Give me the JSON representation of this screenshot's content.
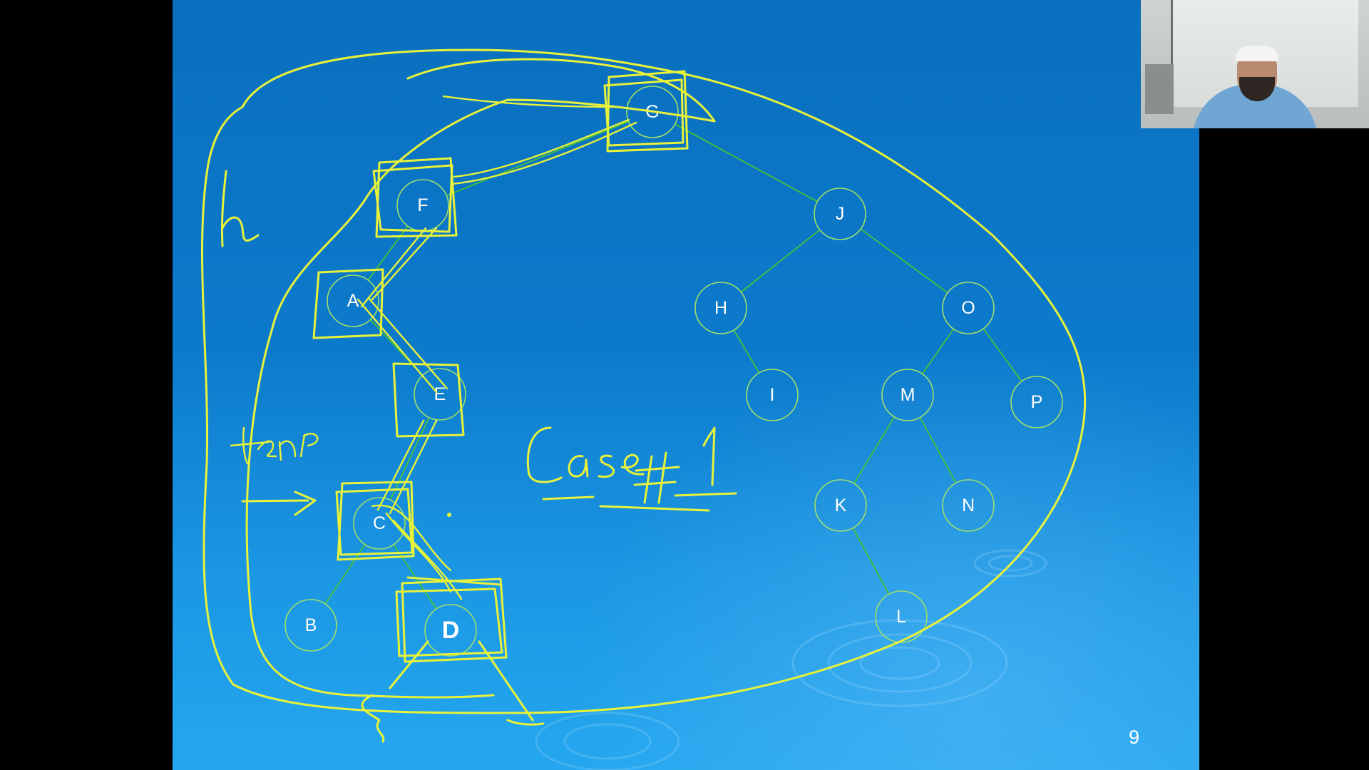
{
  "slide": {
    "slide_number": "9",
    "annotations": {
      "case_label": "Case # 1",
      "temp_label": "temp",
      "h_label": "h"
    }
  },
  "tree": {
    "nodes": [
      {
        "id": "G",
        "label": "G"
      },
      {
        "id": "F",
        "label": "F"
      },
      {
        "id": "A",
        "label": "A"
      },
      {
        "id": "E",
        "label": "E"
      },
      {
        "id": "C",
        "label": "C"
      },
      {
        "id": "B",
        "label": "B"
      },
      {
        "id": "D",
        "label": "D"
      },
      {
        "id": "J",
        "label": "J"
      },
      {
        "id": "H",
        "label": "H"
      },
      {
        "id": "I",
        "label": "I"
      },
      {
        "id": "O",
        "label": "O"
      },
      {
        "id": "M",
        "label": "M"
      },
      {
        "id": "P",
        "label": "P"
      },
      {
        "id": "K",
        "label": "K"
      },
      {
        "id": "N",
        "label": "N"
      },
      {
        "id": "L",
        "label": "L"
      }
    ],
    "edges": [
      [
        "G",
        "F"
      ],
      [
        "G",
        "J"
      ],
      [
        "F",
        "A"
      ],
      [
        "A",
        "E"
      ],
      [
        "E",
        "C"
      ],
      [
        "C",
        "B"
      ],
      [
        "C",
        "D"
      ],
      [
        "J",
        "H"
      ],
      [
        "J",
        "O"
      ],
      [
        "H",
        "I"
      ],
      [
        "O",
        "M"
      ],
      [
        "O",
        "P"
      ],
      [
        "M",
        "K"
      ],
      [
        "M",
        "N"
      ],
      [
        "K",
        "L"
      ]
    ]
  },
  "webcam": {
    "description_icon": "presenter-video-icon"
  },
  "colors": {
    "ink": "#e8f23a",
    "edge": "#45c23a",
    "node_outline": "#9fe06a"
  }
}
